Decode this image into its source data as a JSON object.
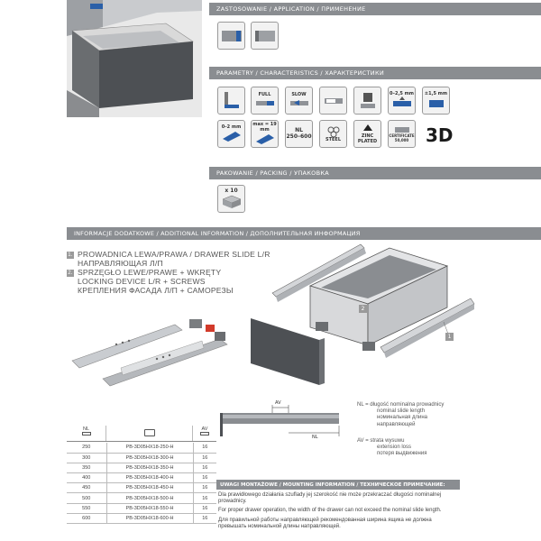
{
  "sections": {
    "application": "ZASTOSOWANIE / APPLICATION / ПРИМЕНЕНИЕ",
    "parameters": "PARAMETRY / CHARACTERISTICS / ХАРАКТЕРИСТИКИ",
    "packing": "PAKOWANIE / PACKING / УПАКОВКА",
    "additional": "INFORMACJE DODATKOWE / ADDITIONAL INFORMATION / ДОПОЛНИТЕЛЬНАЯ ИНФОРМАЦИЯ"
  },
  "params_row1": [
    {
      "icon": "slide-corner-icon",
      "label": ""
    },
    {
      "icon": "full-extension-icon",
      "label": "FULL"
    },
    {
      "icon": "slow-close-icon",
      "label": "SLOW"
    },
    {
      "icon": "push-open-icon",
      "label": ""
    },
    {
      "icon": "load-weight-icon",
      "label": ""
    },
    {
      "icon": "adjust-height-icon",
      "label": "0–2,5 mm"
    },
    {
      "icon": "adjust-side-icon",
      "label": "±1,5 mm"
    }
  ],
  "params_row2": [
    {
      "icon": "adjust-depth-icon",
      "label": "0–2 mm"
    },
    {
      "icon": "board-thickness-icon",
      "label": "max = 19 mm"
    },
    {
      "icon": "nominal-length-icon",
      "label": "NL\n250–600"
    },
    {
      "icon": "steel-icon",
      "label": "STEEL"
    },
    {
      "icon": "zinc-plated-icon",
      "label": "ZINC\nPLATED"
    },
    {
      "icon": "certificate-icon",
      "label": "CERTIFICATE\n50,000"
    },
    {
      "icon": "3d-icon",
      "label": "3D"
    }
  ],
  "packing_qty": "x 10",
  "list": [
    {
      "n": "1.",
      "lines": [
        "PROWADNICA LEWA/PRAWA / DRAWER SLIDE L/R",
        "НАПРАВЛЯЮЩАЯ Л/П"
      ]
    },
    {
      "n": "2.",
      "lines": [
        "SPRZĘGŁO LEWE/PRAWE + WKRĘTY",
        "LOCKING DEVICE L/R + SCREWS",
        "КРЕПЛЕНИЯ ФАСАДА Л/П + САМОРЕЗЫ"
      ]
    }
  ],
  "callouts": {
    "one": "1",
    "two": "2"
  },
  "table": {
    "headers": [
      "NL",
      "",
      "AV"
    ],
    "rows": [
      [
        "250",
        "PB-3D05HX18-250-H",
        "16"
      ],
      [
        "300",
        "PB-3D05HX18-300-H",
        "16"
      ],
      [
        "350",
        "PB-3D05HX18-350-H",
        "16"
      ],
      [
        "400",
        "PB-3D05HX18-400-H",
        "16"
      ],
      [
        "450",
        "PB-3D05HX18-450-H",
        "16"
      ],
      [
        "500",
        "PB-3D05HX18-500-H",
        "16"
      ],
      [
        "550",
        "PB-3D05HX18-550-H",
        "16"
      ],
      [
        "600",
        "PB-3D05HX18-600-H",
        "16"
      ]
    ]
  },
  "diagram": {
    "av_label": "AV",
    "nl_label": "NL"
  },
  "notes": {
    "nl": [
      "NL = długość nominalna prowadnicy",
      "nominal slide length",
      "номинальная длина",
      "направляющей"
    ],
    "av": [
      "AV = strata wysuwu",
      "extension loss",
      "потеря выдвижения"
    ]
  },
  "mounting": {
    "title": "UWAGI MONTAŻOWE / MOUNTING INFORMATION / ТЕХНИЧЕСКОЕ ПРИМЕЧАНИЕ:",
    "pl": "Dla prawidłowego działania szuflady jej szerokość nie może przekraczać długości nominalnej prowadnicy.",
    "en": "For proper drawer operation, the width of the drawer can not exceed the nominal slide length.",
    "ru": "Для правильной работы направляющей рекомендованная ширина ящика не должна превышать номинальной длины направляющей."
  }
}
